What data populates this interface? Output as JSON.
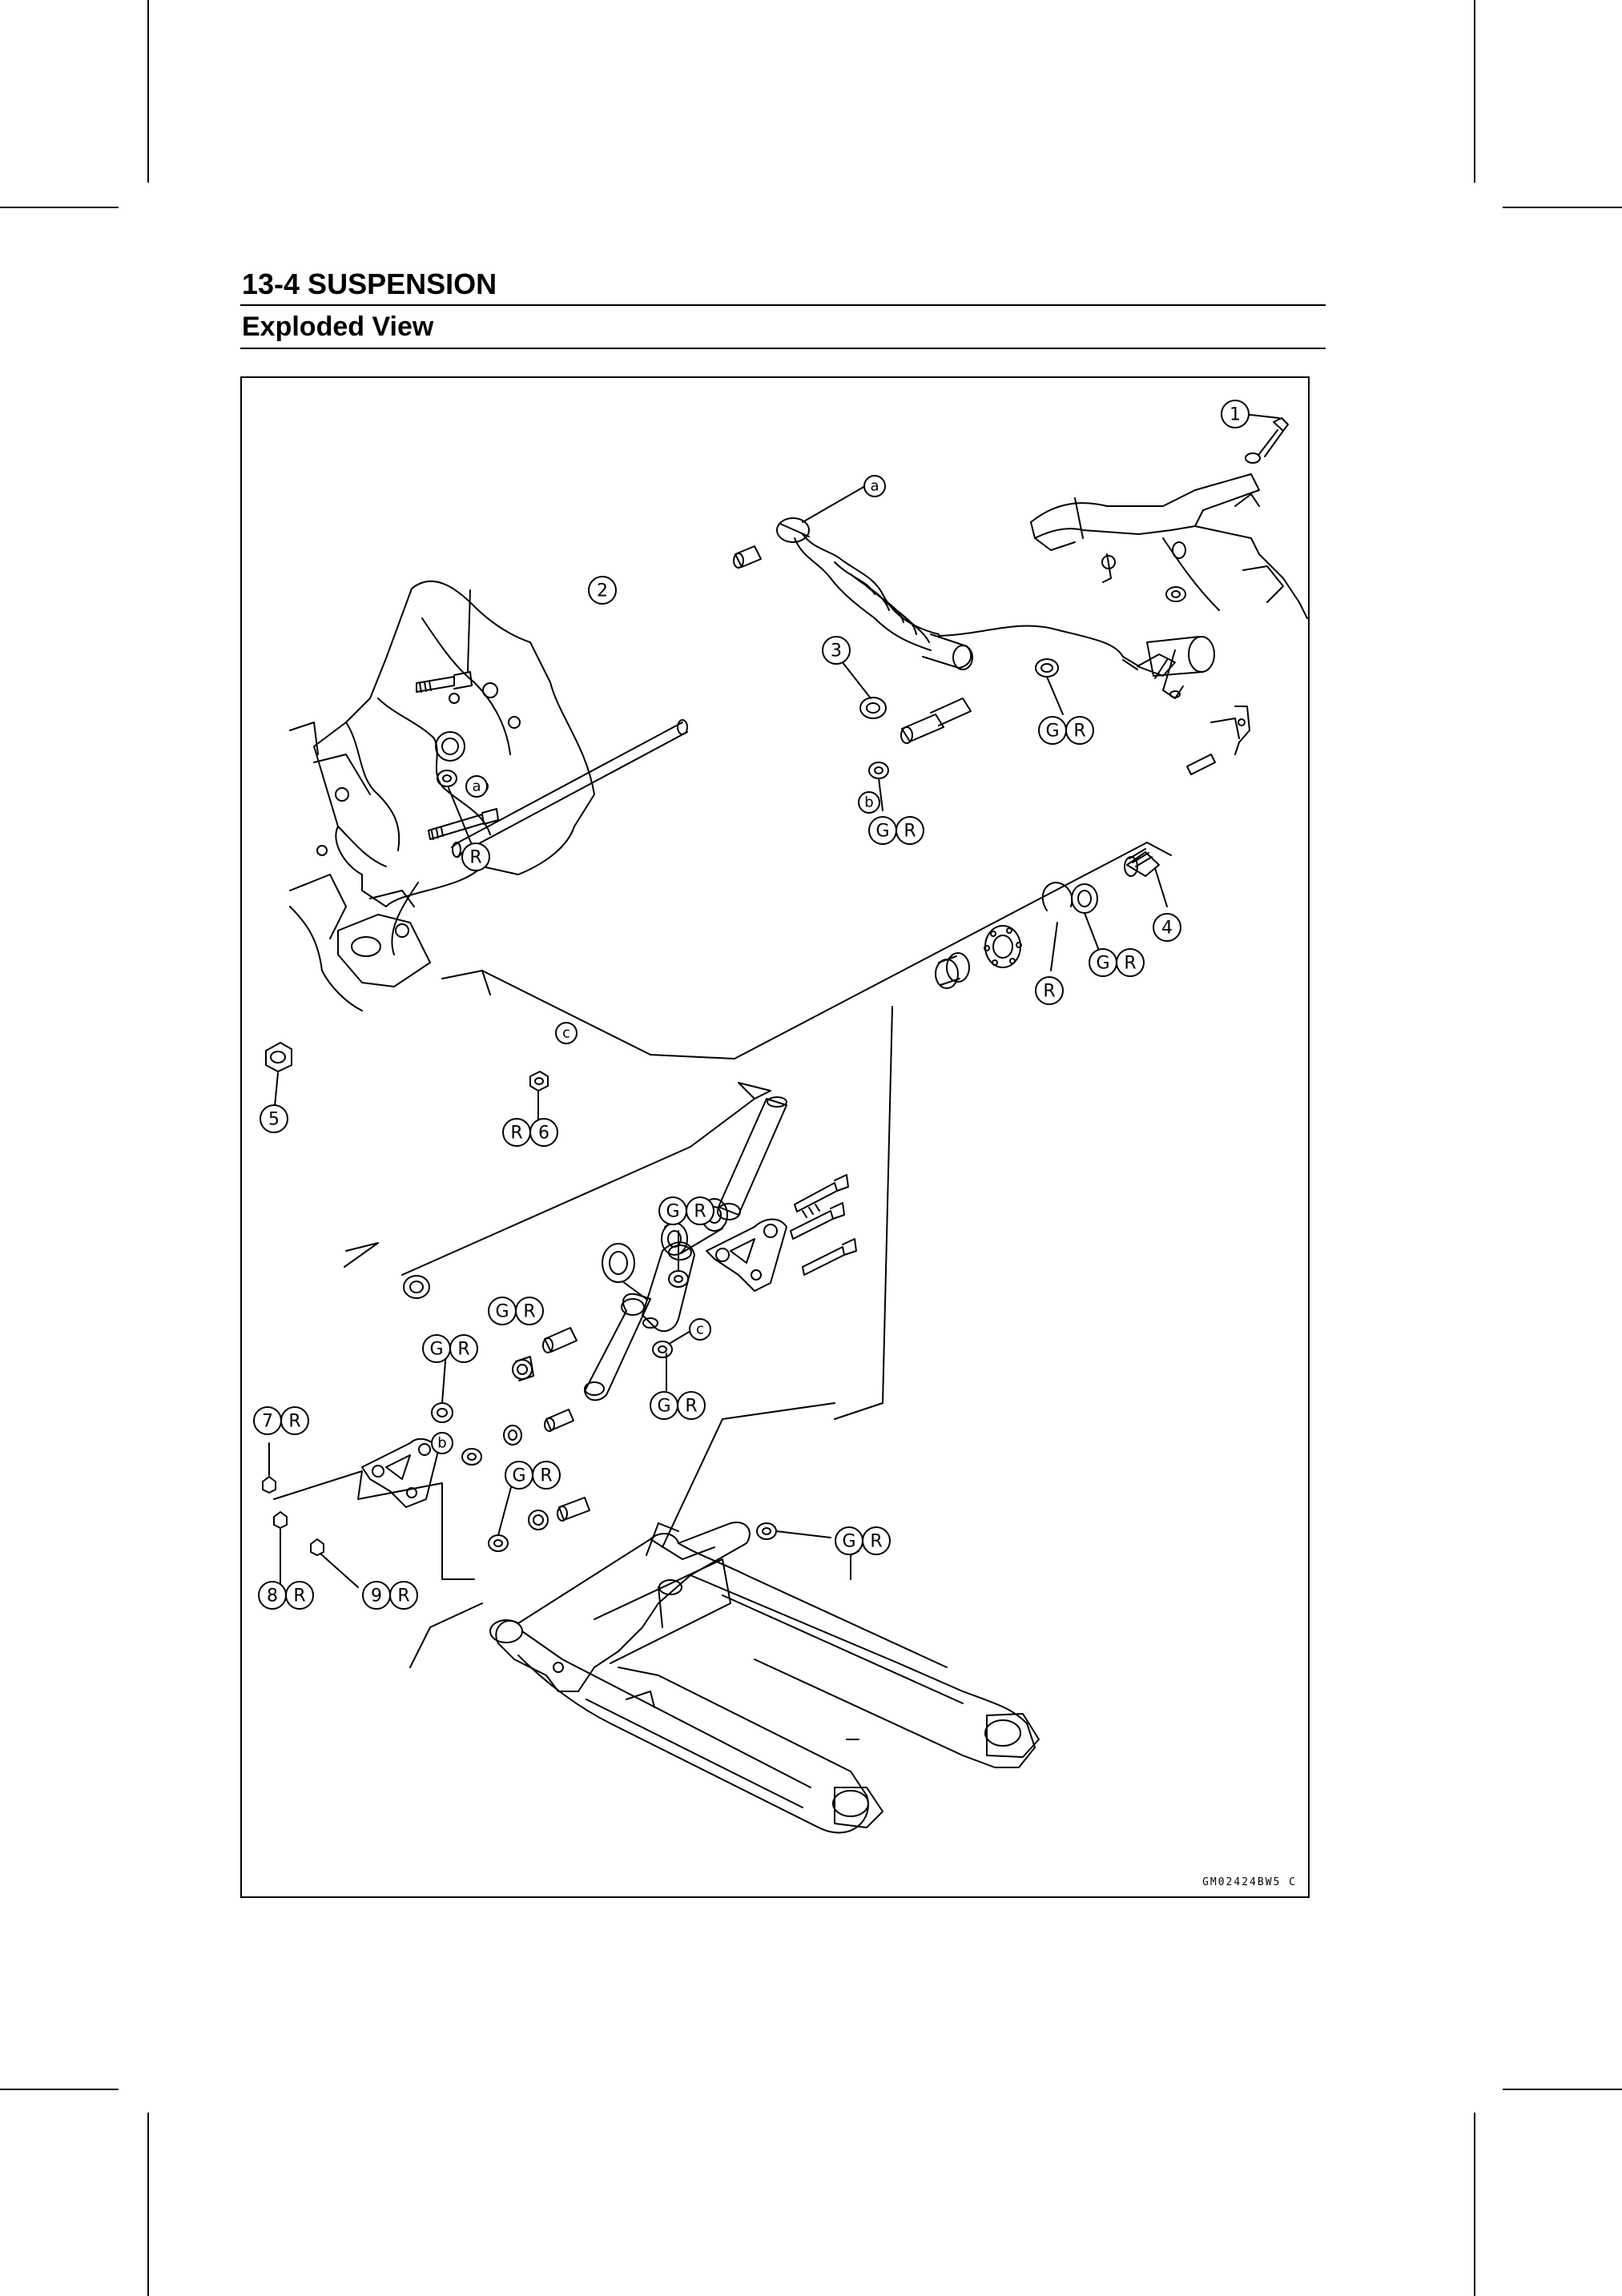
{
  "header": {
    "section_title": "13-4 SUSPENSION",
    "subsection_title": "Exploded View"
  },
  "figure": {
    "reference_code": "GM02424BW5 C",
    "callouts": {
      "n1": "1",
      "n2": "2",
      "n3": "3",
      "n4": "4",
      "n5": "5",
      "n6": "6",
      "n7": "7",
      "n8": "8",
      "n9": "9",
      "a": "a",
      "b": "b",
      "c": "c",
      "R": "R",
      "G": "G"
    }
  }
}
